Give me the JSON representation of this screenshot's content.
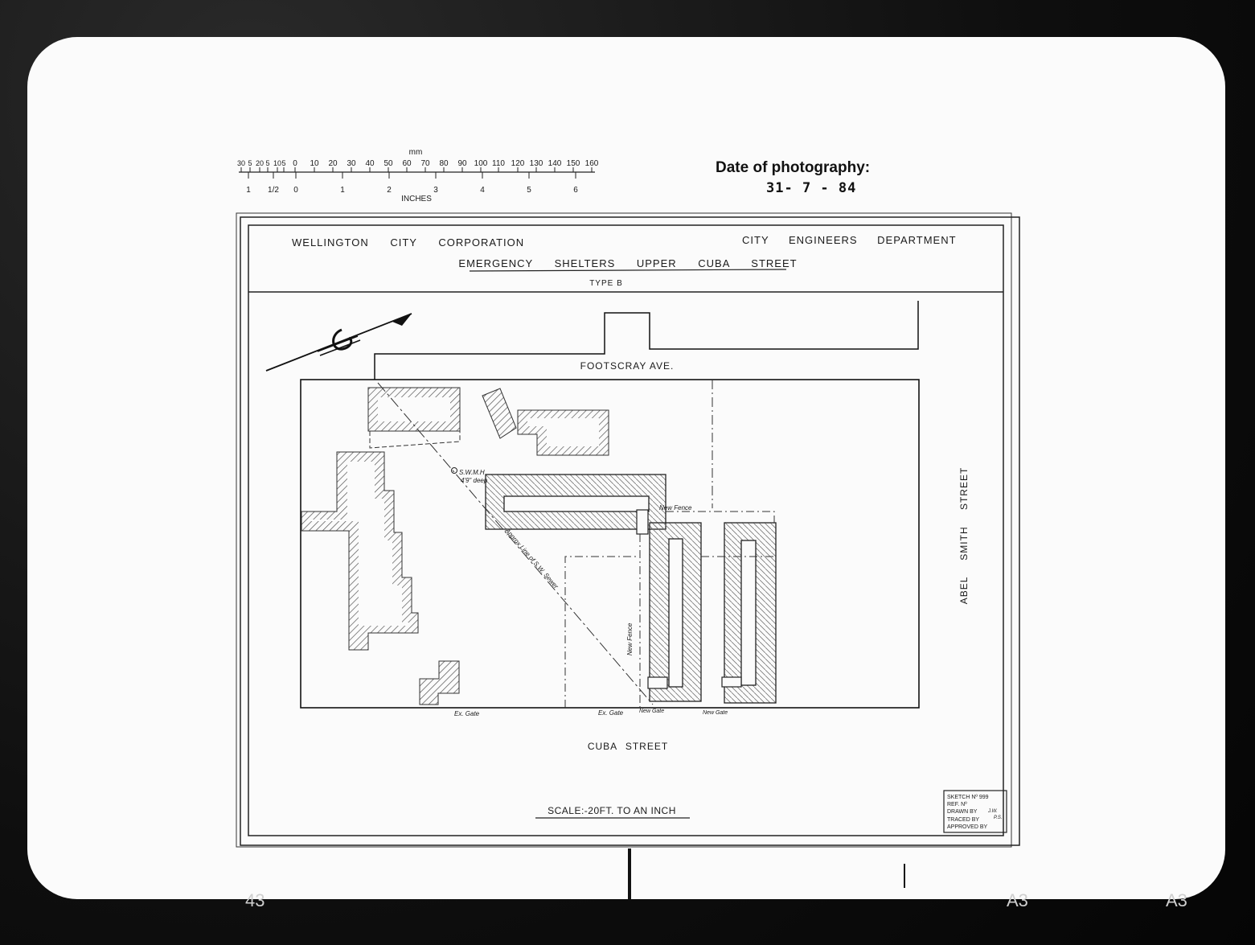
{
  "photo_date": {
    "label": "Date of photography:",
    "value": "31- 7 - 84"
  },
  "scale_bar": {
    "unit_mm": "mm",
    "unit_inches": "INCHES",
    "mm_ticks": [
      "30",
      "5",
      "20",
      "5",
      "10",
      "5",
      "0",
      "10",
      "20",
      "30",
      "40",
      "50",
      "60",
      "70",
      "80",
      "90",
      "100",
      "110",
      "120",
      "130",
      "140",
      "150",
      "160"
    ],
    "inch_ticks": [
      "1",
      "1/2",
      "0",
      "1",
      "2",
      "3",
      "4",
      "5",
      "6"
    ]
  },
  "title_block": {
    "organization": "WELLINGTON CITY CORPORATION",
    "department": "CITY ENGINEERS DEPARTMENT",
    "title": "EMERGENCY SHELTERS UPPER CUBA STREET",
    "subtitle": "TYPE B"
  },
  "map": {
    "streets": {
      "north": "FOOTSCRAY AVE.",
      "south": "CUBA STREET",
      "east": "ABEL SMITH STREET"
    },
    "annotations": {
      "manhole": "S.W.M.H",
      "manhole_depth": "4'9\" deep",
      "new_fence_top": "New Fence",
      "new_fence_side": "New Fence",
      "sewer_line": "Approx Line of S.W. Sewer",
      "ex_gate_1": "Ex. Gate",
      "ex_gate_2": "Ex. Gate",
      "new_gate_1": "New Gate",
      "new_gate_2": "New Gate"
    }
  },
  "scale_note": "SCALE:-20FT. TO AN INCH",
  "sketch_info": {
    "sketch_no": "SKETCH Nº 999",
    "ref_no": "REF. Nº",
    "drawn_by": "DRAWN BY",
    "drawn_by_initials": "J.W.",
    "traced_by": "TRACED BY",
    "traced_by_initials": "P.S.",
    "approved_by": "APPROVED BY"
  },
  "margin_marks": [
    "43",
    "A3",
    "A3"
  ]
}
